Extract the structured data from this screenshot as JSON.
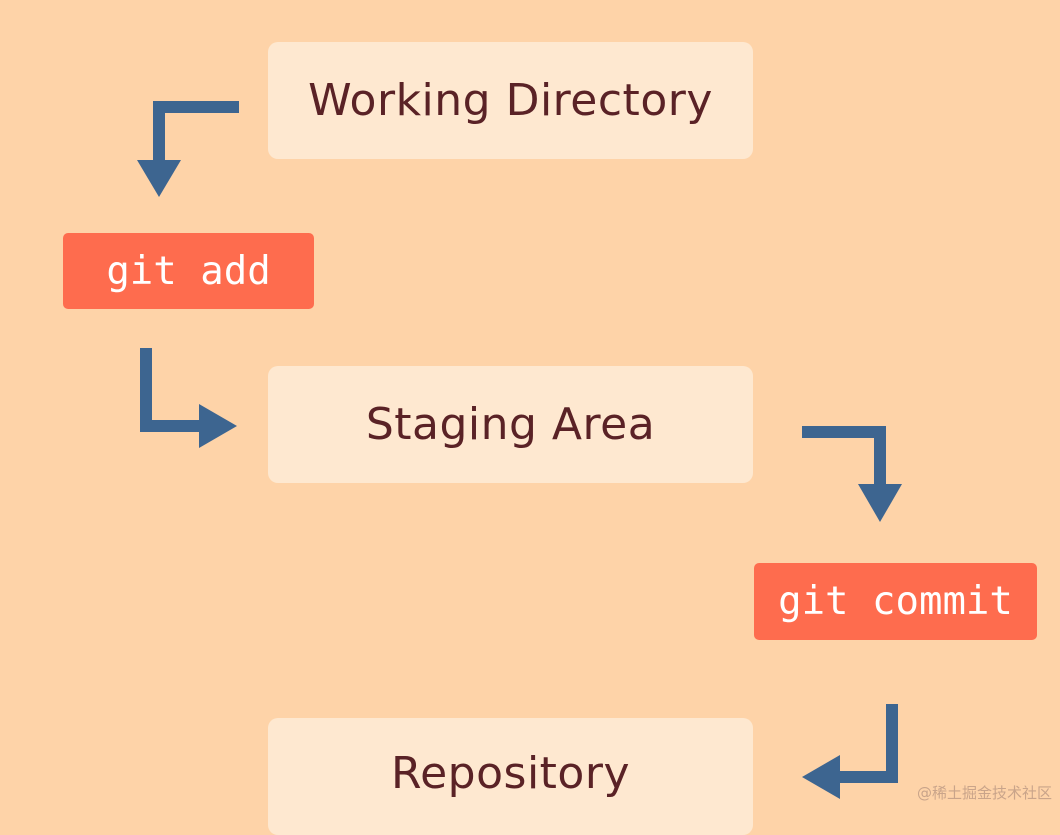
{
  "stages": {
    "working": "Working Directory",
    "staging": "Staging Area",
    "repository": "Repository"
  },
  "commands": {
    "add": "git add",
    "commit": "git commit"
  },
  "watermark": "@稀土掘金技术社区",
  "colors": {
    "background": "#fed3a8",
    "stage_box": "#fee8d0",
    "stage_text": "#5a2226",
    "command_box": "#fe6c4e",
    "command_text": "#ffffff",
    "arrow": "#3d6590"
  }
}
